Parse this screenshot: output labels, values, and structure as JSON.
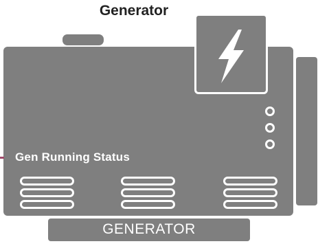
{
  "title": "Generator",
  "status_label": "Gen Running Status",
  "base_label": "GENERATOR",
  "colors": {
    "body": "#7f7f7f",
    "outline": "#ffffff",
    "title": "#222222",
    "indicator": "#a04a6a"
  },
  "icons": {
    "bolt": "lightning-bolt-icon"
  }
}
